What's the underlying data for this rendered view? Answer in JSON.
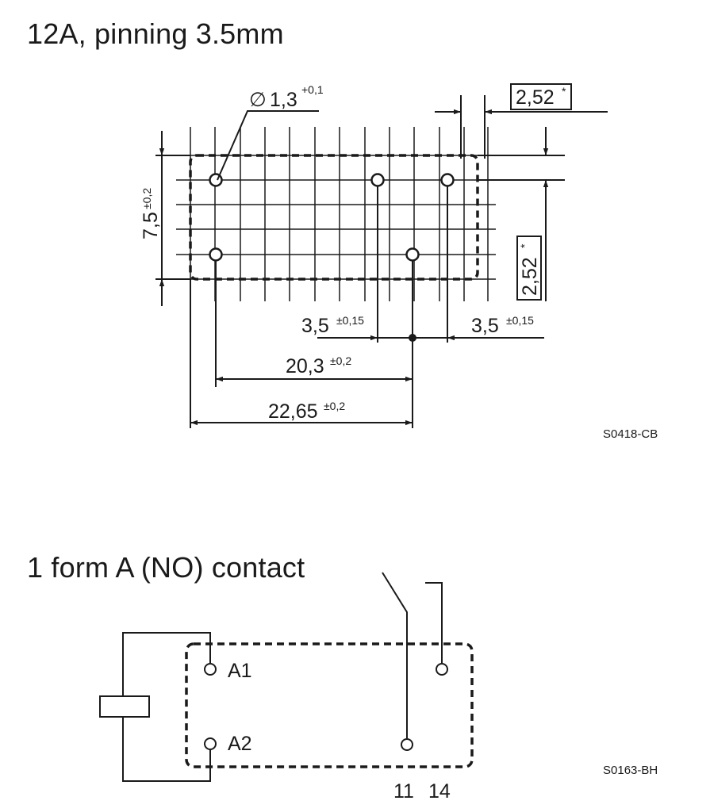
{
  "footprint": {
    "title": "12A, pinning 3.5mm",
    "hole_symbol": "∅",
    "hole_value": "1,3",
    "hole_tol": "+0,1",
    "grid_top_value": "2,52",
    "grid_right_value": "2,52",
    "asterisk": "*",
    "height_value": "7,5",
    "height_tol": "±0,2",
    "pitch_left_value": "3,5",
    "pitch_left_tol": "±0,15",
    "pitch_right_value": "3,5",
    "pitch_right_tol": "±0,15",
    "span_value": "20,3",
    "span_tol": "±0,2",
    "overall_value": "22,65",
    "overall_tol": "±0,2",
    "drawing_code": "S0418-CB"
  },
  "schematic": {
    "title": "1 form A (NO) contact",
    "pin_a1": "A1",
    "pin_a2": "A2",
    "pin_11": "11",
    "pin_14": "14",
    "drawing_code": "S0163-BH"
  }
}
